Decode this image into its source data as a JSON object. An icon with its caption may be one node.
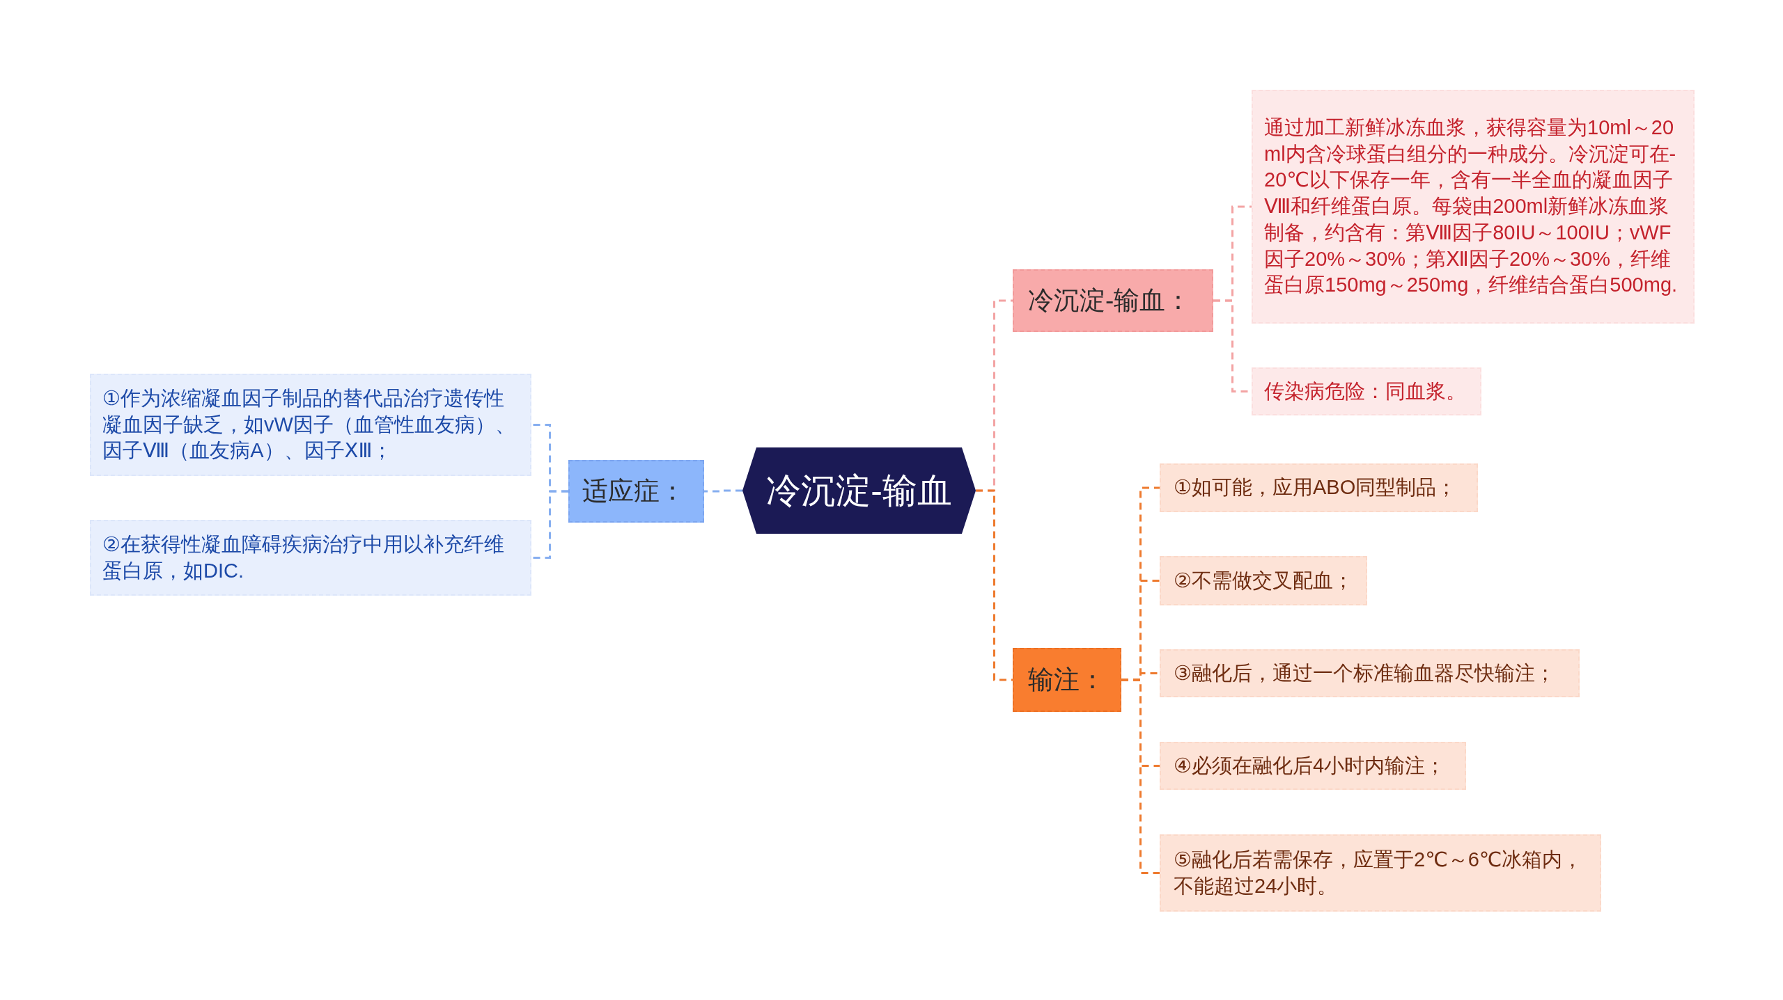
{
  "diagram": {
    "nodes": [
      {
        "text": [
          "冷沉淀-输血"
        ]
      },
      {
        "text": [
          "适应症："
        ]
      },
      {
        "text": [
          "①作为浓缩凝血因子制品的替代品治疗遗传性凝血因子缺乏，如vW因子（血管性血友病）、因子Ⅷ（血友病A）、因子ⅩⅢ；"
        ]
      },
      {
        "text": [
          "②在获得性凝血障碍疾病治疗中用以补充纤维蛋白原，如DIC."
        ]
      },
      {
        "text": [
          "冷沉淀-输血："
        ]
      },
      {
        "text": [
          "通过加工新鲜冰冻血浆，获得容量为10ml～20ml内含冷球蛋白组分的一种成分。冷沉淀可在-20℃以下保存一年，含有一半全血的凝血因子Ⅷ和纤维蛋白原。每袋由200ml新鲜冰冻血浆制备，约含有：第Ⅷ因子80IU～100IU；vWF因子20%～30%；第Ⅻ因子20%～30%，纤维蛋白原150mg～250mg，纤维结合蛋白500mg."
        ]
      },
      {
        "text": [
          "传染病危险：同血浆。"
        ]
      },
      {
        "text": [
          "输注："
        ]
      },
      {
        "text": [
          "①如可能，应用ABO同型制品；"
        ]
      },
      {
        "text": [
          "②不需做交叉配血；"
        ]
      },
      {
        "text": [
          "③融化后，通过一个标准输血器尽快输注；"
        ]
      },
      {
        "text": [
          "④必须在融化后4小时内输注；"
        ]
      },
      {
        "text": [
          "⑤融化后若需保存，应置于2℃～6℃冰箱内，不能超过24小时。"
        ]
      }
    ],
    "edges": [
      {
        "from": 0,
        "to": 1,
        "arrow": "none",
        "style": "dashed",
        "color": "#86aef0"
      },
      {
        "from": 1,
        "to": 2,
        "arrow": "none",
        "style": "dashed",
        "color": "#86aef0"
      },
      {
        "from": 1,
        "to": 3,
        "arrow": "none",
        "style": "dashed",
        "color": "#86aef0"
      },
      {
        "from": 0,
        "to": 4,
        "arrow": "none",
        "style": "dashed",
        "color": "#f3a3a3"
      },
      {
        "from": 4,
        "to": 5,
        "arrow": "none",
        "style": "dashed",
        "color": "#f3a3a3"
      },
      {
        "from": 4,
        "to": 6,
        "arrow": "none",
        "style": "dashed",
        "color": "#f3a3a3"
      },
      {
        "from": 0,
        "to": 7,
        "arrow": "none",
        "style": "dashed"
      },
      {
        "from": 7,
        "to": 8,
        "arrow": "none",
        "style": "dashed"
      },
      {
        "from": 7,
        "to": 9,
        "arrow": "none",
        "style": "dashed"
      },
      {
        "from": 7,
        "to": 10,
        "arrow": "none",
        "style": "dashed"
      },
      {
        "from": 7,
        "to": 11,
        "arrow": "none",
        "style": "dashed"
      },
      {
        "from": 7,
        "to": 12,
        "arrow": "none",
        "style": "dashed"
      }
    ]
  }
}
